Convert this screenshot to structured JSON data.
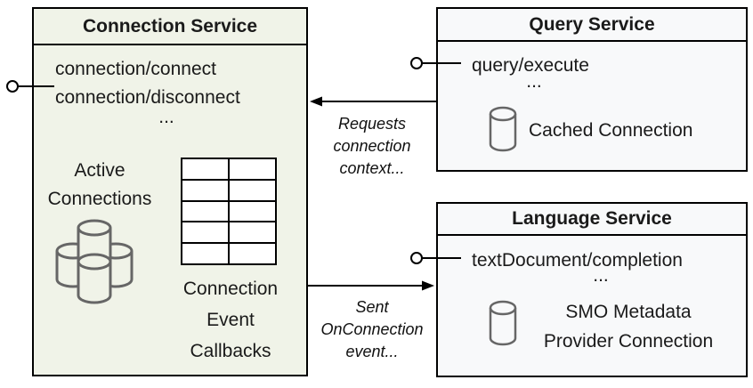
{
  "diagram": {
    "colors": {
      "connection_box_bg": "#f0f3e8",
      "service_box_bg": "#f8f9fa",
      "border": "#000000",
      "icon_stroke": "#666666"
    },
    "connection_service": {
      "title": "Connection Service",
      "endpoint_1": "connection/connect",
      "endpoint_2": "connection/disconnect",
      "ellipsis": "...",
      "active_connections_label": "Active\nConnections",
      "callbacks_label": "Connection\nEvent\nCallbacks",
      "callback_table": {
        "rows": 5,
        "cols": 2
      }
    },
    "query_service": {
      "title": "Query Service",
      "endpoint_1": "query/execute",
      "ellipsis": "...",
      "connection_label": "Cached Connection"
    },
    "language_service": {
      "title": "Language Service",
      "endpoint_1": "textDocument/completion",
      "ellipsis": "...",
      "connection_label": "SMO Metadata\nProvider Connection"
    },
    "arrow_query_to_connection": {
      "label": "Requests\nconnection\ncontext..."
    },
    "arrow_connection_to_language": {
      "label": "Sent\nOnConnection\nevent..."
    }
  }
}
